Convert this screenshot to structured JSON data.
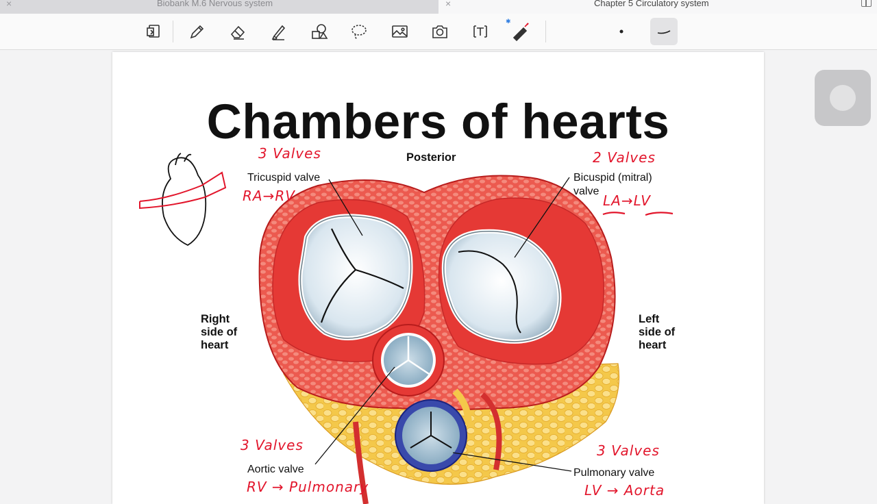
{
  "tabs": [
    {
      "title": "Biobank M.6 Nervous system",
      "state": "inactive"
    },
    {
      "title": "Chapter 5  Circulatory system",
      "state": "active"
    }
  ],
  "toolbar": {
    "tools": [
      "page-view-icon",
      "pen-icon",
      "eraser-icon",
      "highlighter-icon",
      "shapes-icon",
      "lasso-icon",
      "image-icon",
      "camera-icon",
      "text-icon",
      "laser-pointer-icon"
    ],
    "bluetooth": "✱",
    "selected_tool": "curve-stroke-icon"
  },
  "page": {
    "title": "Chambers of hearts",
    "labels": {
      "posterior": "Posterior",
      "tricuspid": "Tricuspid valve",
      "bicuspid_1": "Bicuspid (mitral)",
      "bicuspid_2": "valve",
      "right_1": "Right",
      "right_2": "side of",
      "right_3": "heart",
      "left_1": "Left",
      "left_2": "side of",
      "left_3": "heart",
      "aortic": "Aortic valve",
      "pulmonary": "Pulmonary valve"
    },
    "handwritten": {
      "tl_count": "3 Valves",
      "tl_flow": "RA→RV",
      "tr_count": "2 Valves",
      "tr_flow": "LA→LV",
      "bl_count": "3 Valves",
      "bl_flow": "RV → Pulmonary",
      "br_count": "3 Valves",
      "br_flow": "LV → Aorta"
    }
  },
  "colors": {
    "ink_red": "#e2152b",
    "muscle": "#e8433d",
    "fat": "#f2c33b",
    "valve": "#c9dbe6"
  }
}
